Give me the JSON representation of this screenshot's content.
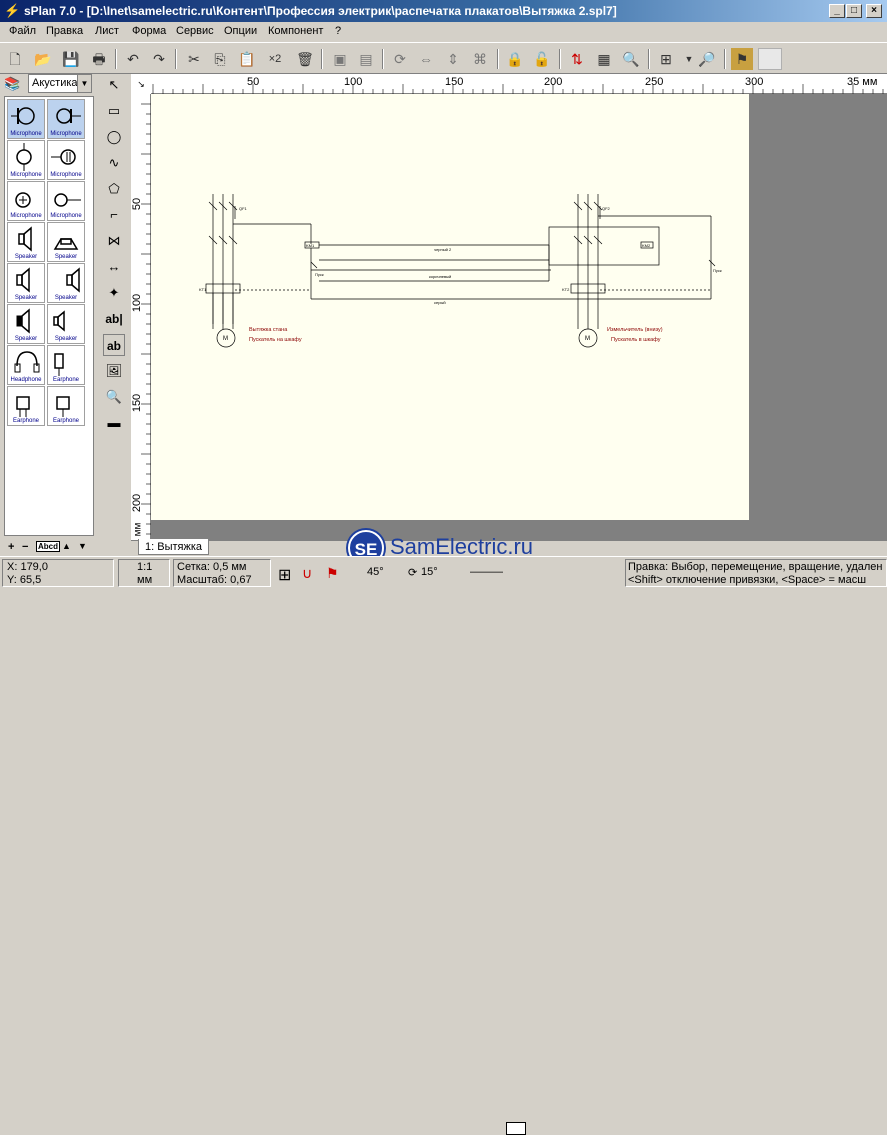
{
  "window": {
    "title": "sPlan 7.0 - [D:\\Inet\\samelectric.ru\\Контент\\Профессия электрик\\распечатка плакатов\\Вытяжка 2.spl7]",
    "app_icon": "splan-icon",
    "min": "_",
    "restore": "□",
    "close": "×"
  },
  "menu": [
    "Файл",
    "Правка",
    "Лист",
    "Форма",
    "Сервис",
    "Опции",
    "Компонент",
    "?"
  ],
  "library": {
    "selected": "Акустика",
    "items": [
      {
        "label": "Microphone",
        "icon": "microphone-icon"
      },
      {
        "label": "Microphone",
        "icon": "microphone-icon"
      },
      {
        "label": "Microphone",
        "icon": "microphone-icon"
      },
      {
        "label": "Microphone",
        "icon": "microphone-icon"
      },
      {
        "label": "Microphone",
        "icon": "microphone-icon"
      },
      {
        "label": "Microphone",
        "icon": "microphone-icon"
      },
      {
        "label": "Speaker",
        "icon": "speaker-icon"
      },
      {
        "label": "Speaker",
        "icon": "speaker-icon"
      },
      {
        "label": "Speaker",
        "icon": "speaker-icon"
      },
      {
        "label": "Speaker",
        "icon": "speaker-icon"
      },
      {
        "label": "Speaker",
        "icon": "speaker-icon"
      },
      {
        "label": "Speaker",
        "icon": "speaker-icon"
      },
      {
        "label": "Headphone",
        "icon": "headphone-icon"
      },
      {
        "label": "Earphone",
        "icon": "earphone-icon"
      },
      {
        "label": "Earphone",
        "icon": "earphone-icon"
      },
      {
        "label": "Earphone",
        "icon": "earphone-icon"
      }
    ],
    "bottom": [
      "+",
      "−",
      "Abcd",
      "▲",
      "▼"
    ]
  },
  "ruler": {
    "h": [
      "50",
      "100",
      "150",
      "200",
      "250",
      "300",
      "35 мм"
    ],
    "v": [
      "50",
      "100",
      "150",
      "200",
      "мм"
    ]
  },
  "drawing": {
    "labels": [
      "QF1",
      "QF2",
      "KM1",
      "KM2",
      "KT1",
      "KT2",
      "черный 2",
      "коричневый",
      "серый",
      "Вытяжка стана",
      "Пускатель на шкафу",
      "Измельчитель (внизу)",
      "Пускатель в шкафу",
      "М",
      "М",
      "Пуск",
      "Пуск"
    ]
  },
  "tab": "1: Вытяжка",
  "status": {
    "x": "X: 179,0",
    "y": "Y: 65,5",
    "scale": "1:1",
    "unit": "мм",
    "grid": "Сетка: 0,5 мм",
    "zoom": "Масштаб:  0,67",
    "angle1": "45°",
    "angle2": "15°",
    "help1": "Правка: Выбор, перемещение, вращение, удален",
    "help2": "<Shift> отключение привязки, <Space> = масш"
  },
  "watermark": {
    "logo": "SE",
    "text": "SamElectric.ru"
  },
  "colors": {
    "title_start": "#0a246a",
    "accent_red": "#8b0000",
    "watermark": "#1e3f9e"
  }
}
